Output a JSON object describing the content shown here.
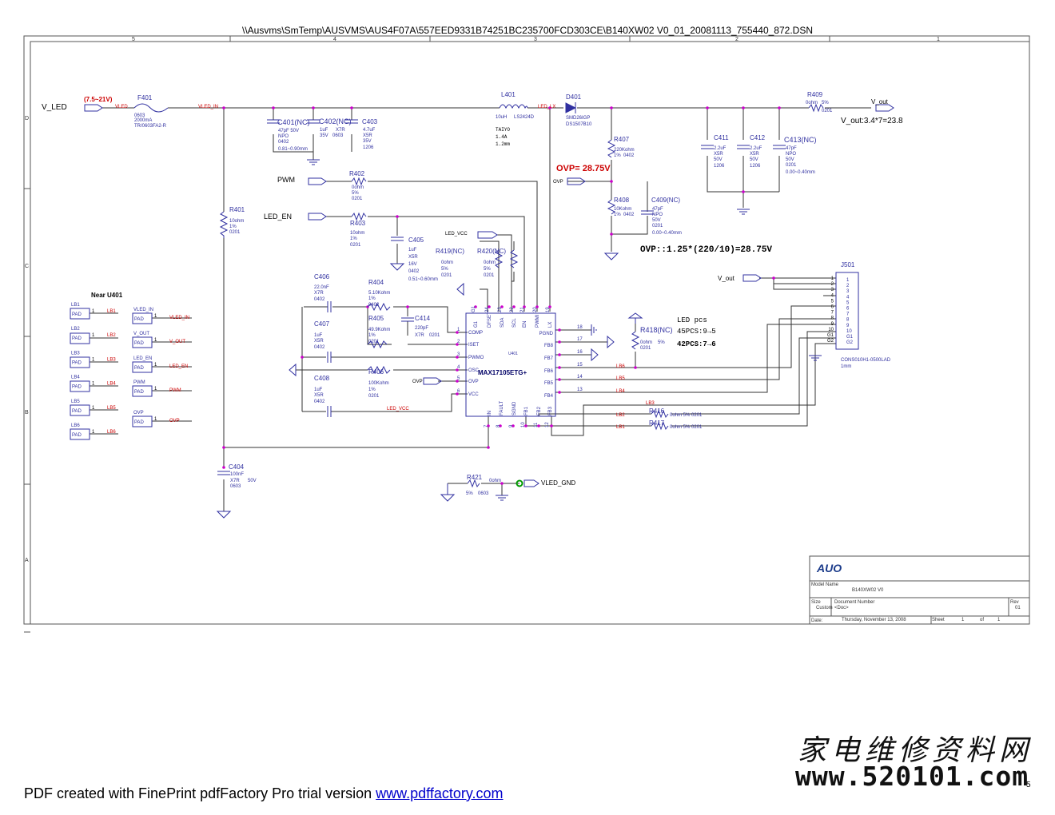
{
  "path_title": "\\\\Ausvms\\SmTemp\\AUSVMS\\AUS4F07A\\557EED9331B74251BC235700FCD303CE\\B140XW02 V0_01_20081113_755440_872.DSN",
  "colors": {
    "wire": "#333333",
    "component": "#3030a0",
    "net": "#cc0000",
    "junction": "#cc00cc",
    "text": "#000000"
  },
  "border": {
    "cols": [
      "5",
      "4",
      "3",
      "2",
      "1"
    ],
    "rows": [
      "D",
      "C",
      "B",
      "A"
    ]
  },
  "nets": {
    "v_led": "V_LED",
    "vin_range": "(7.5~21V)",
    "vled": "VLED",
    "vled_in": "VLED_IN",
    "led_lx": "LED_LX",
    "v_out": "V_out",
    "v_out_calc": "V_out:3.4*7=23.8",
    "ovp_note": "OVP= 28.75V",
    "ovp_calc": "OVP::1.25*(220/10)=28.75V",
    "pwm": "PWM",
    "led_en": "LED_EN",
    "ovp": "OVP",
    "led_vcc": "LED_VCC",
    "vled_gnd": "VLED_GND",
    "v_out2": "V_out",
    "lb1": "LB1",
    "lb2": "LB2",
    "lb3": "LB3",
    "lb4": "LB4",
    "lb5": "LB5",
    "lb6": "LB6",
    "led_pcs": "LED pcs",
    "led_45": "45PCS:9→5",
    "led_42": "42PCS:7→6",
    "near_u401": "Near U401"
  },
  "components": {
    "f401": {
      "ref": "F401",
      "l1": "0603",
      "l2": "2000mA",
      "l3": "TR/0603FA2-R"
    },
    "c401": {
      "ref": "C401(NC)",
      "l1": "47pF 50V",
      "l2": "NPO",
      "l3": "0402",
      "l4": "0.81~0.90mm"
    },
    "c402": {
      "ref": "C402(NC)",
      "l1": "1uF",
      "l2": "X7R",
      "l3": "35V",
      "l4": "0603"
    },
    "c403": {
      "ref": "C403",
      "l1": "4.7uF",
      "l2": "X5R",
      "l3": "35V",
      "l4": "1206"
    },
    "l401": {
      "ref": "L401",
      "l1": "10uH",
      "l2": "LS2424D",
      "l3": "TAIYO",
      "l4": "1.4A",
      "l5": "1.2mm"
    },
    "d401": {
      "ref": "D401",
      "l1": "SMD26IGP",
      "l2": "DS1507B10"
    },
    "r407": {
      "ref": "R407",
      "l1": "220Kohm",
      "l2": "1%",
      "l3": "0402"
    },
    "r408": {
      "ref": "R408",
      "l1": "10Kohm",
      "l2": "1%",
      "l3": "0402"
    },
    "c409": {
      "ref": "C409(NC)",
      "l1": "47pF",
      "l2": "NPO",
      "l3": "50V",
      "l4": "0201",
      "l5": "0.00~0.40mm"
    },
    "r409": {
      "ref": "R409",
      "l1": "0ohm",
      "l2": "5%",
      "l3": "0201"
    },
    "c411": {
      "ref": "C411",
      "l1": "2.2uF",
      "l2": "X5R",
      "l3": "50V",
      "l4": "1206"
    },
    "c412": {
      "ref": "C412",
      "l1": "2.2uF",
      "l2": "X5R",
      "l3": "50V",
      "l4": "1206"
    },
    "c413": {
      "ref": "C413(NC)",
      "l1": "47pF",
      "l2": "NPO",
      "l3": "50V",
      "l4": "0201",
      "l5": "0.00~0.40mm"
    },
    "r401": {
      "ref": "R401",
      "l1": "10ohm",
      "l2": "1%",
      "l3": "0201"
    },
    "r402": {
      "ref": "R402",
      "l1": "0ohm",
      "l2": "5%",
      "l3": "0201"
    },
    "r403": {
      "ref": "R403",
      "l1": "10ohm",
      "l2": "1%",
      "l3": "0201"
    },
    "c405": {
      "ref": "C405",
      "l1": "1uF",
      "l2": "X5R",
      "l3": "16V",
      "l4": "0402",
      "l5": "0.51~0.60mm"
    },
    "r419": {
      "ref": "R419(NC)",
      "l1": "0ohm",
      "l2": "5%",
      "l3": "0201"
    },
    "r420": {
      "ref": "R420(NC)",
      "l1": "0ohm",
      "l2": "5%",
      "l3": "0201"
    },
    "c406": {
      "ref": "C406",
      "l1": "22.0nF",
      "l2": "X7R",
      "l3": "0402"
    },
    "r404": {
      "ref": "R404",
      "l1": "5.10Kohm",
      "l2": "1%",
      "l3": "0402"
    },
    "c407": {
      "ref": "C407",
      "l1": "1uF",
      "l2": "X5R",
      "l3": "0402"
    },
    "r405": {
      "ref": "R405",
      "l1": "49.9Kohm",
      "l2": "1%",
      "l3": "0201"
    },
    "c414": {
      "ref": "C414",
      "l1": "220pF",
      "l2": "X7R",
      "l3": "0201"
    },
    "r406": {
      "ref": "R406",
      "l1": "100Kohm",
      "l2": "1%",
      "l3": "0201"
    },
    "c408": {
      "ref": "C408",
      "l1": "1uF",
      "l2": "X5R",
      "l3": "0402"
    },
    "c404": {
      "ref": "C404",
      "l1": "100nF",
      "l2": "X7R",
      "l3": "50V",
      "l4": "0603"
    },
    "r418": {
      "ref": "R418(NC)",
      "l1": "0ohm",
      "l2": "5%",
      "l3": "0201"
    },
    "r416": {
      "ref": "R416",
      "l1": "0ohm 5% 0201"
    },
    "r417": {
      "ref": "R417",
      "l1": "0ohm 5% 0201"
    },
    "r421": {
      "ref": "R421",
      "l1": "0ohm",
      "l2": "5%",
      "l3": "0603"
    },
    "u401": {
      "ref": "U401",
      "part": "MAX17105ETG+",
      "left_pins": [
        {
          "n": "1",
          "name": "COMP"
        },
        {
          "n": "2",
          "name": "ISET"
        },
        {
          "n": "3",
          "name": "PWMO"
        },
        {
          "n": "4",
          "name": "OSC"
        },
        {
          "n": "5",
          "name": "OVP"
        },
        {
          "n": "6",
          "name": "VCC"
        }
      ],
      "top_pins": [
        {
          "n": "G1",
          "name": "G1"
        },
        {
          "n": "24",
          "name": "DFSET"
        },
        {
          "n": "23",
          "name": "SDA"
        },
        {
          "n": "22",
          "name": "SCL"
        },
        {
          "n": "21",
          "name": "EN"
        },
        {
          "n": "20",
          "name": "PWMI"
        },
        {
          "n": "19",
          "name": "LX"
        }
      ],
      "right_pins": [
        {
          "n": "18",
          "name": "PGND"
        },
        {
          "n": "17",
          "name": "FB8"
        },
        {
          "n": "16",
          "name": "FB7"
        },
        {
          "n": "15",
          "name": "FB6"
        },
        {
          "n": "14",
          "name": "FB5"
        },
        {
          "n": "13",
          "name": "FB4"
        }
      ],
      "bottom_pins": [
        {
          "n": "7",
          "name": "IN"
        },
        {
          "n": "8",
          "name": "FAULT"
        },
        {
          "n": "9",
          "name": "SGND"
        },
        {
          "n": "10",
          "name": "FB1"
        },
        {
          "n": "11",
          "name": "FB2"
        },
        {
          "n": "12",
          "name": "FB3"
        }
      ]
    },
    "j501": {
      "ref": "J501",
      "part": "CONS010H1-0500LAD",
      "l1": "1mm",
      "pins": [
        "1",
        "2",
        "3",
        "4",
        "5",
        "6",
        "7",
        "8",
        "9",
        "10",
        "G1",
        "G2"
      ]
    }
  },
  "pads": [
    {
      "lb": "LB1",
      "pad": "PAD",
      "net": "LB1"
    },
    {
      "lb": "LB2",
      "pad": "PAD",
      "net": "LB2"
    },
    {
      "lb": "LB3",
      "pad": "PAD",
      "net": "LB3"
    },
    {
      "lb": "LB4",
      "pad": "PAD",
      "net": "LB4"
    },
    {
      "lb": "LB5",
      "pad": "PAD",
      "net": "LB5"
    },
    {
      "lb": "LB6",
      "pad": "PAD",
      "net": "LB6"
    }
  ],
  "pads2": [
    {
      "lb": "VLED_IN",
      "pad": "PAD",
      "net": "VLED_IN"
    },
    {
      "lb": "V_OUT",
      "pad": "PAD",
      "net": "V_OUT"
    },
    {
      "lb": "LED_EN",
      "pad": "PAD",
      "net": "LED_EN"
    },
    {
      "lb": "PWM",
      "pad": "PAD",
      "net": "PWM"
    },
    {
      "lb": "OVP",
      "pad": "PAD",
      "net": "OVP"
    }
  ],
  "title_block": {
    "logo": "AUO",
    "model_label": "Model Name",
    "model": "B140XW02 V0",
    "size_label": "Size",
    "size": "Custom",
    "doc_label": "Document Number",
    "doc": "<Doc>",
    "rev_label": "Rev",
    "rev": "01",
    "date_label": "Date:",
    "date": "Thursday, November 13, 2008",
    "sheet_label": "Sheet",
    "sheet": "1",
    "of_label": "of",
    "of": "1"
  },
  "watermark": {
    "cn": "家电维修资料网",
    "url": "www.520101.com"
  },
  "page_digit": "5",
  "footer": {
    "text": "PDF created with FinePrint pdfFactory Pro trial version ",
    "link": "www.pdffactory.com"
  }
}
